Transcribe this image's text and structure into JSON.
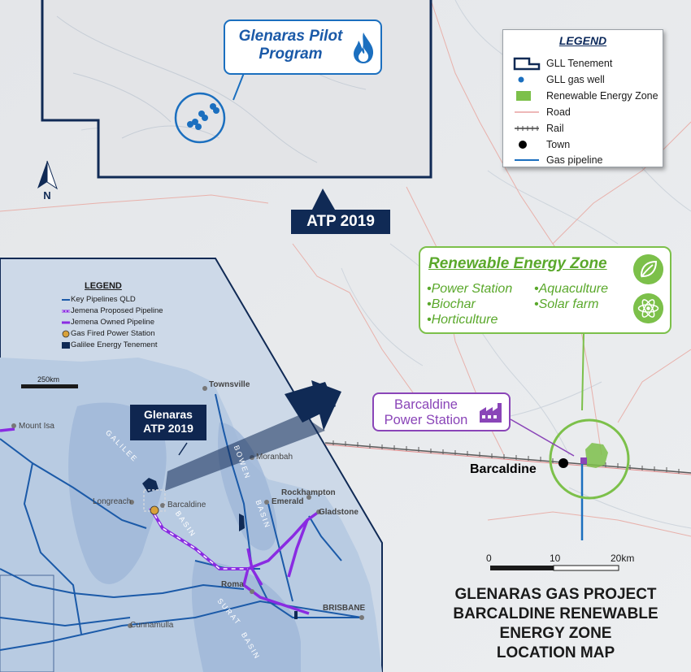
{
  "pilot": {
    "title_line1": "Glenaras Pilot",
    "title_line2": "Program"
  },
  "atp_label": "ATP 2019",
  "legend": {
    "title": "LEGEND",
    "items": [
      {
        "label": "GLL Tenement",
        "symbol": "tenement-icon"
      },
      {
        "label": "GLL gas well",
        "symbol": "gas-well-icon"
      },
      {
        "label": "Renewable Energy Zone",
        "symbol": "rez-swatch-icon"
      },
      {
        "label": "Road",
        "symbol": "road-line-icon"
      },
      {
        "label": "Rail",
        "symbol": "rail-line-icon"
      },
      {
        "label": "Town",
        "symbol": "town-dot-icon"
      },
      {
        "label": "Gas pipeline",
        "symbol": "pipeline-line-icon"
      }
    ]
  },
  "rez": {
    "title": "Renewable Energy Zone",
    "items": [
      "•Power Station",
      "•Biochar",
      "•Horticulture",
      "•Aquaculture",
      "•Solar farm"
    ]
  },
  "power_station": {
    "line1": "Barcaldine",
    "line2": "Power Station"
  },
  "town_main": "Barcaldine",
  "north_label": "N",
  "scale": {
    "labels": [
      "0",
      "10",
      "20km"
    ]
  },
  "main_title": [
    "GLENARAS GAS PROJECT",
    "BARCALDINE RENEWABLE",
    "ENERGY ZONE",
    "LOCATION MAP"
  ],
  "inset": {
    "legend": {
      "title": "LEGEND",
      "items": [
        {
          "label": "Key Pipelines QLD",
          "symbol": "key-pipeline-icon"
        },
        {
          "label": "Jemena Proposed Pipeline",
          "symbol": "proposed-pipeline-icon"
        },
        {
          "label": "Jemena Owned Pipeline",
          "symbol": "owned-pipeline-icon"
        },
        {
          "label": "Gas Fired Power Station",
          "symbol": "power-station-icon"
        },
        {
          "label": "Galilee Energy Tenement",
          "symbol": "tenement-swatch-icon"
        }
      ]
    },
    "scale_label": "250km",
    "glenaras_box": {
      "line1": "Glenaras",
      "line2": "ATP 2019"
    },
    "towns": [
      "Townsville",
      "Mount Isa",
      "Moranbah",
      "Longreach",
      "Barcaldine",
      "Emerald",
      "Rockhampton",
      "Gladstone",
      "Roma",
      "BRISBANE",
      "Cunnamulla"
    ],
    "basins": [
      "GALILEE",
      "BASIN",
      "BOWEN",
      "BASIN",
      "SURAT",
      "BASIN"
    ]
  },
  "colors": {
    "navy": "#102a55",
    "pipeline_blue": "#1b6fbf",
    "rez_green": "#7cc04a",
    "jemena_purple": "#8a2be2",
    "road_red": "#e8a0a0"
  }
}
